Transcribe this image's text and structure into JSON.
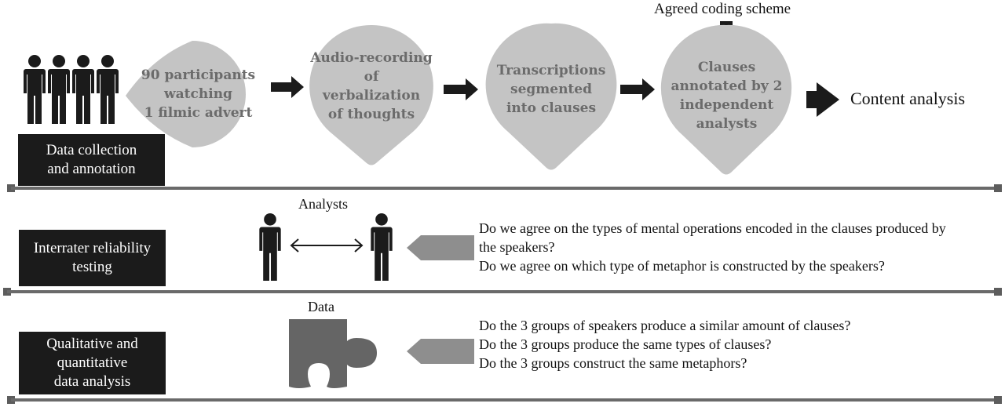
{
  "rows": [
    {
      "label": "Data collection\nand annotation",
      "steps": [
        {
          "text": "90 participants\nwatching\n1 filmic advert",
          "shape": "teardrop-left"
        },
        {
          "text": "Audio-recording\nof\nverbalization\nof thoughts",
          "shape": "teardrop-down"
        },
        {
          "text": "Transcriptions\nsegmented\ninto clauses",
          "shape": "teardrop-down"
        },
        {
          "text": "Clauses\nannotated by 2\nindependent\nanalysts",
          "shape": "teardrop-down"
        }
      ],
      "input_label": "Agreed coding scheme",
      "outcome": "Content analysis",
      "icons": [
        "person-icon",
        "person-icon",
        "person-icon",
        "person-icon"
      ]
    },
    {
      "label": "Interrater reliability\ntesting",
      "figure_label": "Analysts",
      "questions": [
        "Do we agree on the types of mental operations encoded in the clauses produced by",
        "the speakers?",
        "Do we agree on which type of metaphor is constructed by the speakers?"
      ]
    },
    {
      "label": "Qualitative and\nquantitative\ndata analysis",
      "figure_label": "Data",
      "questions": [
        "Do the 3 groups of speakers produce a similar amount of clauses?",
        "Do the 3 groups produce the same types of clauses?",
        "Do the 3 groups construct the same metaphors?"
      ]
    }
  ],
  "colors": {
    "bubble": "#c4c4c4",
    "bubble_text": "#6b6b6b",
    "label_box": "#1b1b1b",
    "arrow": "#1b1b1b",
    "pointer": "#8e8e8e",
    "puzzle": "#656565",
    "rule": "#6a6a6a"
  }
}
